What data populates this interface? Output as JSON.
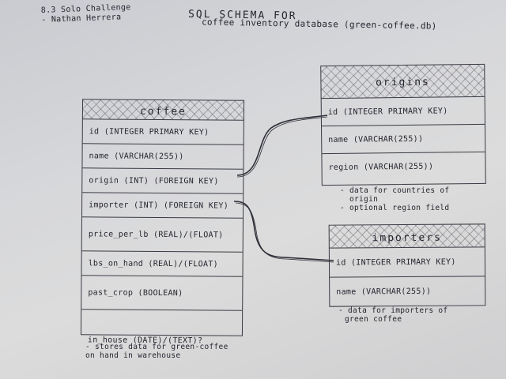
{
  "header": {
    "notes": [
      "8.3 Solo Challenge",
      "- Nathan Herrera"
    ],
    "title": "SQL SCHEMA FOR",
    "subtitle": "coffee inventory database (green-coffee.db)"
  },
  "tables": {
    "coffee": {
      "name": "coffee",
      "fields": [
        "id (INTEGER PRIMARY KEY)",
        "name (VARCHAR(255))",
        "origin (INT) (FOREIGN KEY)",
        "importer (INT) (FOREIGN KEY)",
        "price_per_lb (REAL)/(FLOAT)",
        "lbs_on_hand (REAL)/(FLOAT)",
        "past_crop (BOOLEAN)",
        "in_house (DATE)/(TEXT)?"
      ],
      "notes": [
        "- stores data for green-coffee",
        "on hand in warehouse"
      ]
    },
    "origins": {
      "name": "origins",
      "fields": [
        "id (INTEGER PRIMARY KEY)",
        "name (VARCHAR(255))",
        "region (VARCHAR(255))"
      ],
      "notes": [
        "- data for countries of",
        "origin",
        "- optional region field"
      ]
    },
    "importers": {
      "name": "importers",
      "fields": [
        "id (INTEGER PRIMARY KEY)",
        "name (VARCHAR(255))"
      ],
      "notes": [
        "- data for importers of",
        "green coffee"
      ]
    }
  },
  "relationships": [
    {
      "from": "coffee.origin",
      "to": "origins.id"
    },
    {
      "from": "coffee.importer",
      "to": "importers.id"
    }
  ]
}
